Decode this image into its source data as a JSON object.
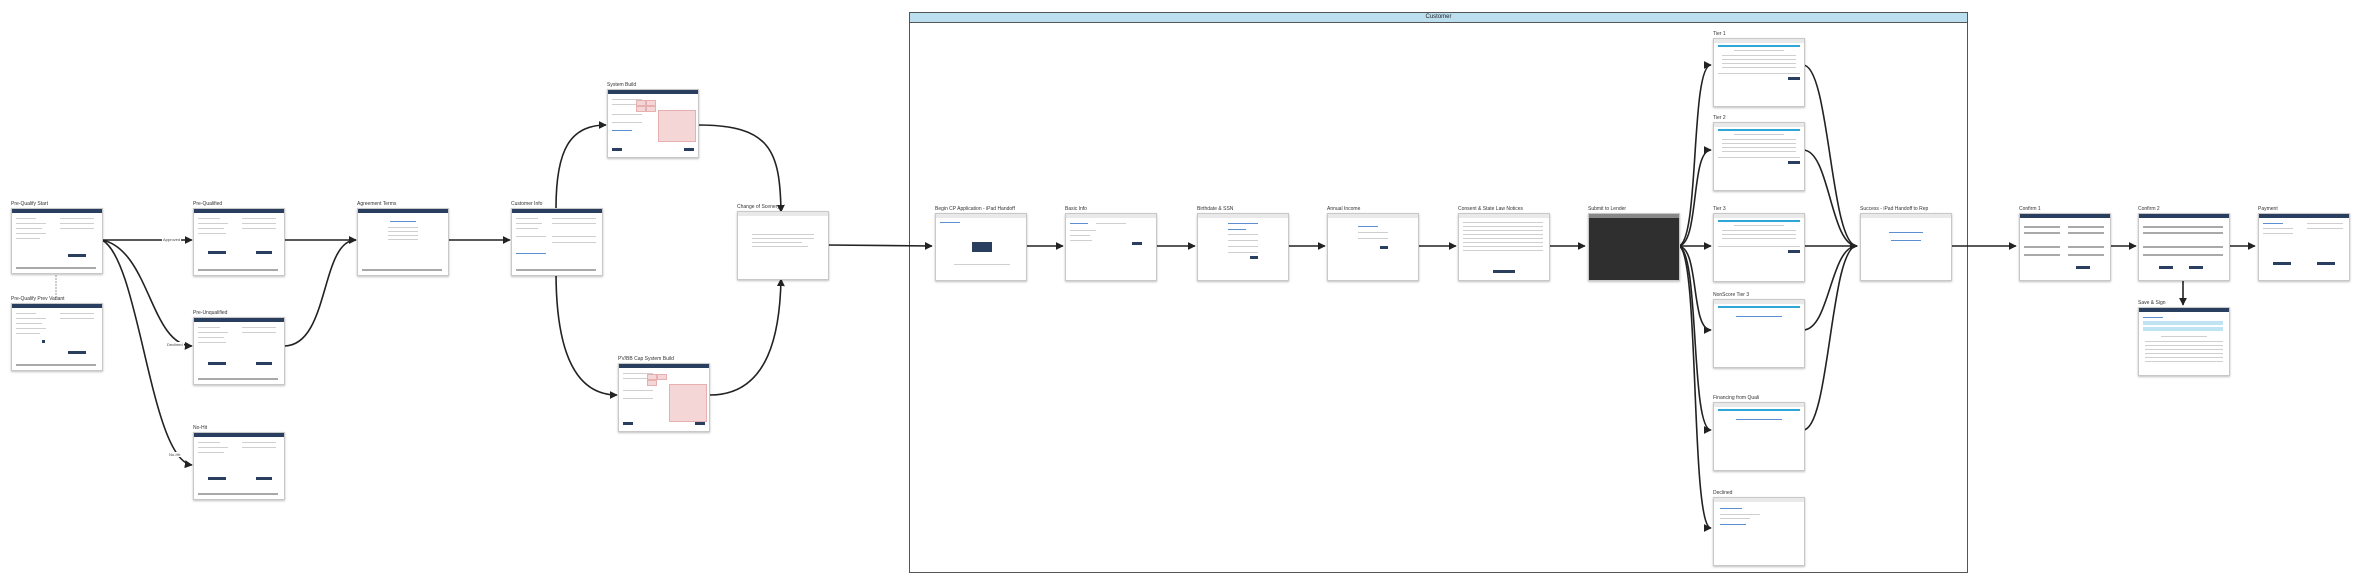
{
  "group": {
    "title": "Customer"
  },
  "nodes": {
    "pre_qualify_start": "Pre-Qualify Start",
    "pre_qualify_prev_variant": "Pre-Qualify Prev Variant",
    "pre_qualified": "Pre-Qualified",
    "pre_unqualified": "Pre-Unqualified",
    "no_hit": "No-Hit",
    "agreement_terms": "Agreement Terms",
    "customer_info": "Customer Info",
    "system_build": "System Build",
    "pv_cap_system_build": "PV/BB Cap System Build",
    "change_of_scenery": "Change of Scenery",
    "begin_cp_application": "Begin CP Application - iPad Handoff",
    "basic_info": "Basic Info",
    "birthdate_ssn": "Birthdate & SSN",
    "annual_income": "Annual Income",
    "consent_state_law": "Consent & State Law Notices",
    "submit_to_lender": "Submit to Lender",
    "tier_1": "Tier 1",
    "tier_2": "Tier 2",
    "tier_3": "Tier 3",
    "nonscore_tier_3": "NonScore Tier 3",
    "financing_from_quali": "Financing from Quali",
    "declined": "Declined",
    "success_ipad_handoff": "Success - iPad Handoff to Rep",
    "confirm_1": "Confirm 1",
    "confirm_2": "Confirm 2",
    "payment": "Payment",
    "save_and_sign": "Save & Sign"
  },
  "edges": {
    "approved": "Approved",
    "declined": "Declined",
    "nohit": "No-Hit"
  },
  "colors": {
    "header": "#2a3f5f",
    "group_header": "#bcdff0",
    "edge": "#222222",
    "pink": "#f4d6d6"
  }
}
